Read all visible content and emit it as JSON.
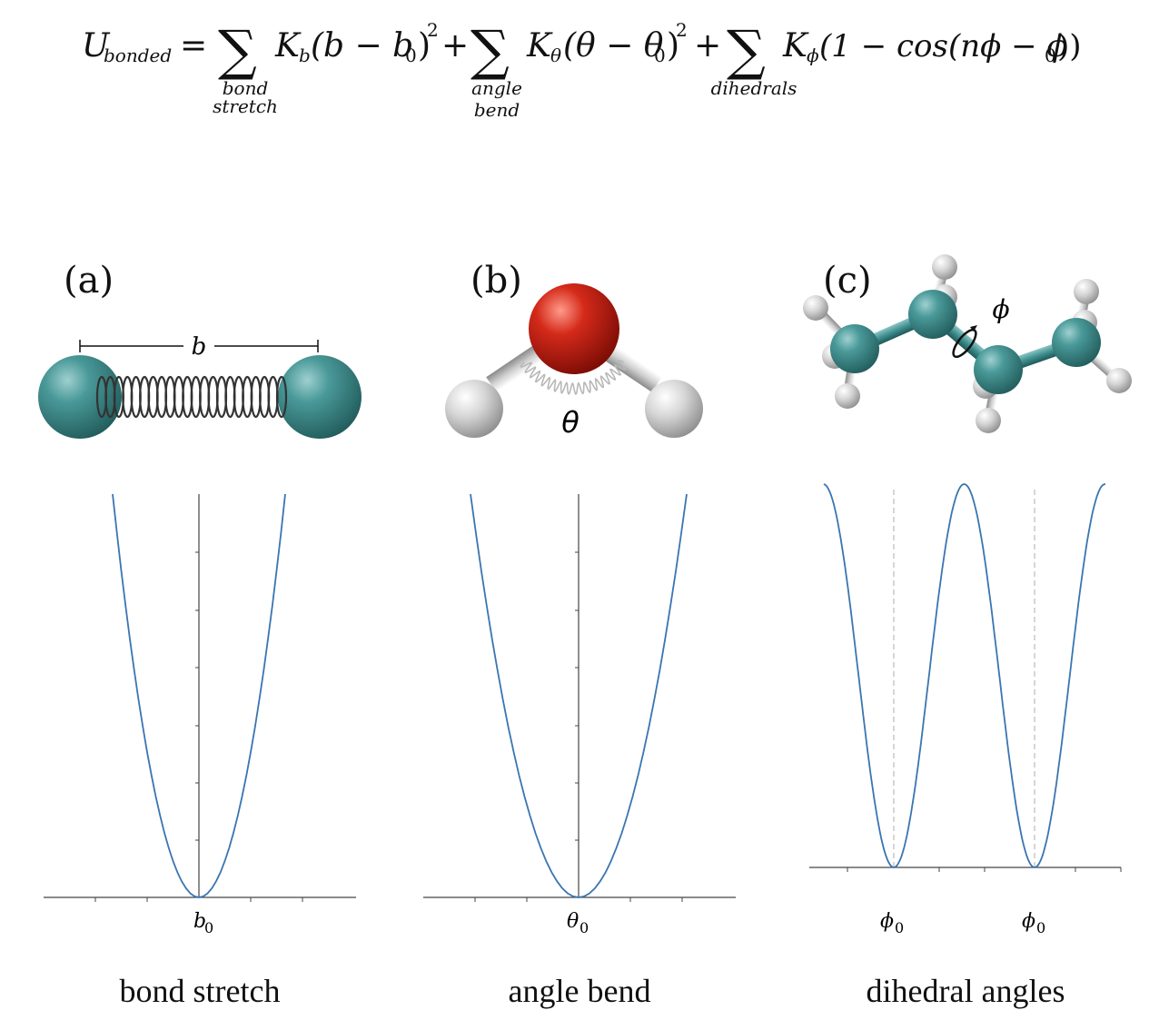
{
  "equation": {
    "lhs": "U",
    "lhs_sub": "bonded",
    "term1": {
      "coef": "K",
      "coef_sub": "b",
      "body": "(b − b",
      "zero": "0",
      "close": ")",
      "power": "2",
      "under1": "bond",
      "under2": "stretch"
    },
    "term2": {
      "coef": "K",
      "coef_sub": "θ",
      "body": "(θ − θ",
      "zero": "0",
      "close": ")",
      "power": "2",
      "under1": "angle",
      "under2": "bend"
    },
    "term3": {
      "coef": "K",
      "coef_sub": "ϕ",
      "body": "(1 − cos(nϕ − ϕ",
      "zero": "0",
      "close": "))",
      "under1": "dihedrals"
    },
    "eq": "=",
    "plus": "+",
    "sigma": "∑"
  },
  "panels": [
    {
      "letter": "(a)",
      "caption": "bond stretch",
      "molecule_label": "b",
      "xtick": "b",
      "xtick_sub": "0"
    },
    {
      "letter": "(b)",
      "caption": "angle bend",
      "molecule_label": "θ",
      "xtick": "θ",
      "xtick_sub": "0"
    },
    {
      "letter": "(c)",
      "caption": "dihedral angles",
      "molecule_label": "ϕ",
      "xtick": "ϕ",
      "xtick_sub": "0"
    }
  ],
  "colors": {
    "curve": "#3a75b0",
    "carbon": "#3f8f8f",
    "oxygen": "#c41e12",
    "hydrogen": "#d8d8d8",
    "axis": "#555555",
    "guide": "#bbbbbb"
  },
  "chart_data": [
    {
      "type": "line",
      "title": "",
      "xlabel": "",
      "ylabel": "",
      "function": "harmonic: K_b (b − b0)^2",
      "minimum_at": "b0"
    },
    {
      "type": "line",
      "title": "",
      "xlabel": "",
      "ylabel": "",
      "function": "harmonic: K_θ (θ − θ0)^2",
      "minimum_at": "θ0"
    },
    {
      "type": "line",
      "title": "",
      "xlabel": "",
      "ylabel": "",
      "function": "K_ϕ (1 − cos(nϕ − ϕ0))",
      "n": 2,
      "minima_at": [
        "ϕ0",
        "ϕ0"
      ]
    }
  ]
}
